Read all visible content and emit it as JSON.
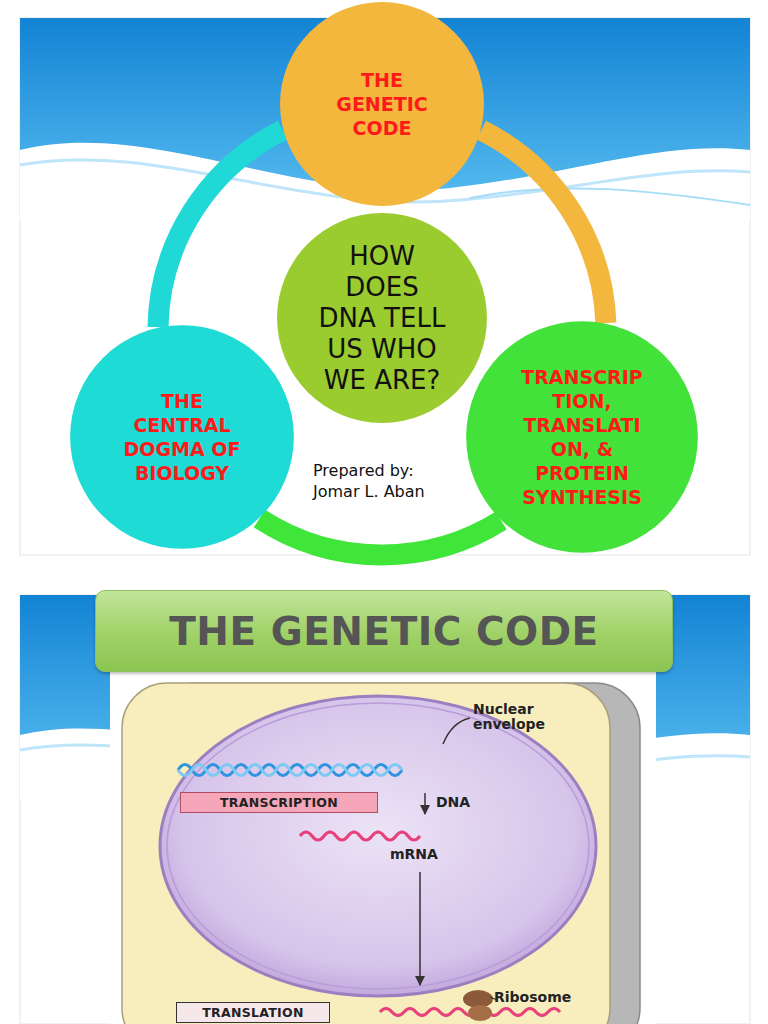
{
  "diagram": {
    "nodes": [
      {
        "text": [
          "THE GENETIC CODE"
        ]
      },
      {
        "text": [
          "HOW DOES DNA TELL US WHO WE ARE?"
        ]
      },
      {
        "text": [
          "THE CENTRAL DOGMA OF BIOLOGY"
        ]
      },
      {
        "text": [
          "TRANSCRIPTION, TRANSLATION, & PROTEIN SYNTHESIS"
        ]
      },
      {
        "text": [
          "THE GENETIC CODE"
        ]
      },
      {
        "text": [
          "TRANSCRIPTION"
        ]
      },
      {
        "text": [
          "TRANSLATION"
        ]
      }
    ],
    "edges": [
      {
        "from": 0,
        "to": 3,
        "arrow": "none"
      },
      {
        "from": 3,
        "to": 2,
        "arrow": "none"
      },
      {
        "from": 2,
        "to": 0,
        "arrow": "none"
      }
    ],
    "labels": [
      "Prepared by: Jomar L. Aban",
      "Nuclear envelope",
      "DNA",
      "mRNA",
      "Ribosome"
    ]
  }
}
